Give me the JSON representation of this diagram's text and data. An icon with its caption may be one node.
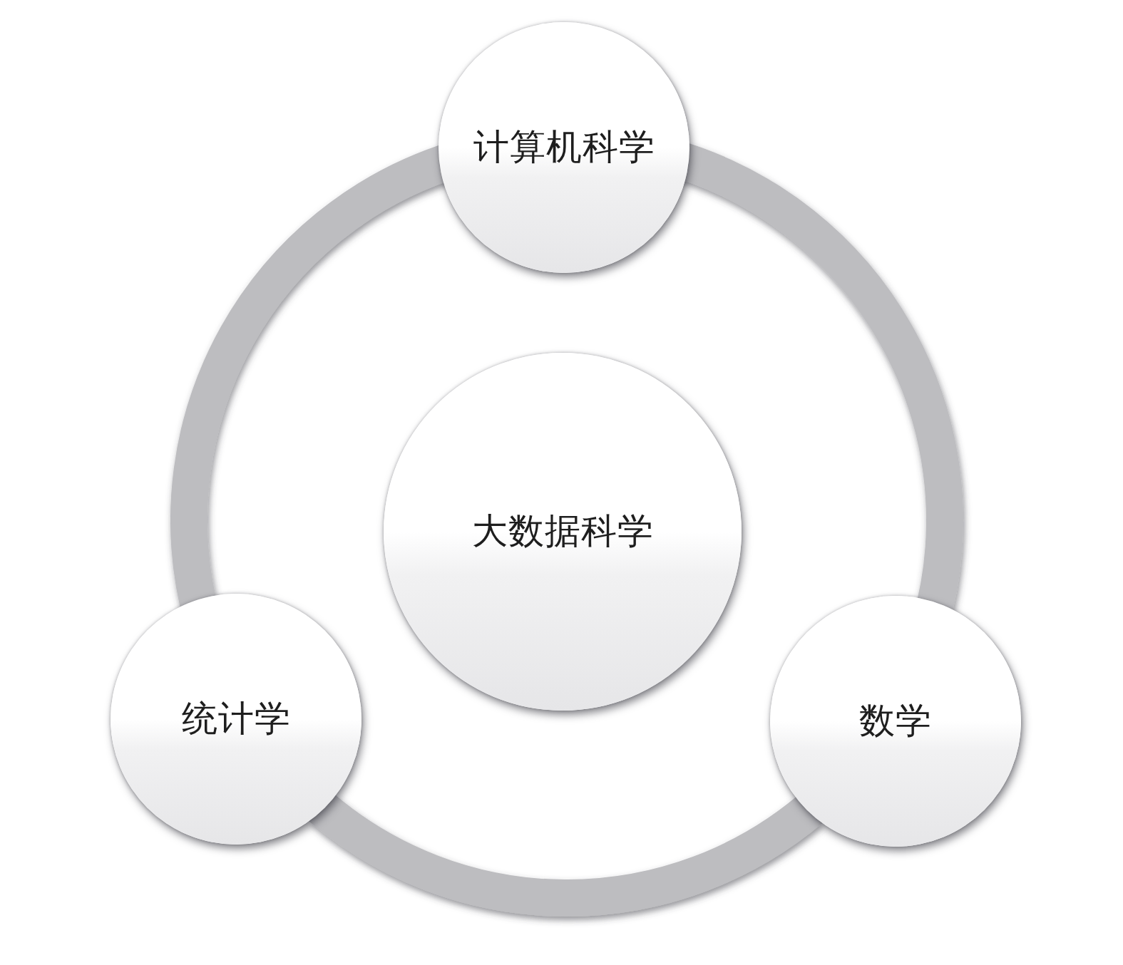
{
  "diagram": {
    "nodes": [
      {
        "text": [
          "计算机科学"
        ]
      },
      {
        "text": [
          "大数据科学"
        ]
      },
      {
        "text": [
          "统计学"
        ]
      },
      {
        "text": [
          "数学"
        ]
      }
    ],
    "edges": [
      {
        "from": 0,
        "to": 3,
        "arrow": "none"
      },
      {
        "from": 3,
        "to": 2,
        "arrow": "none"
      },
      {
        "from": 2,
        "to": 0,
        "arrow": "none"
      }
    ]
  }
}
